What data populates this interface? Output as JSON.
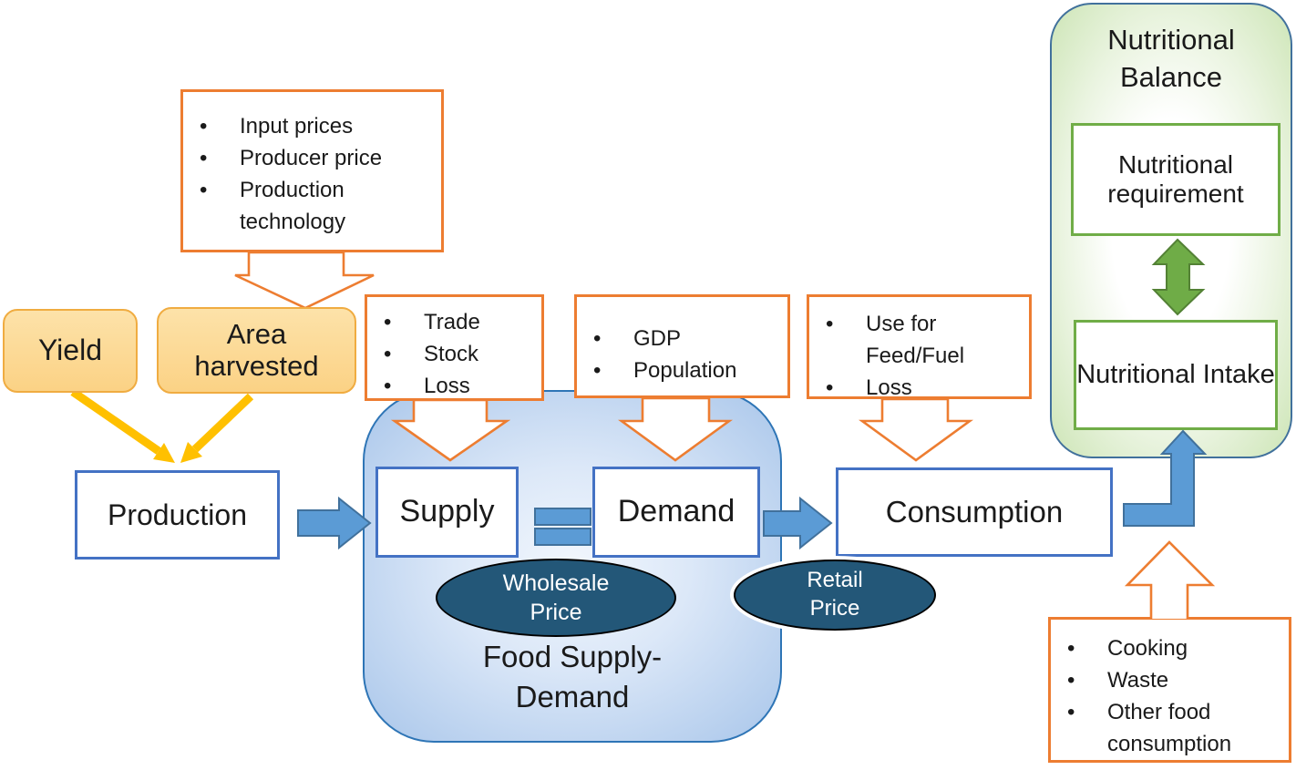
{
  "nodes": {
    "yield": {
      "label": "Yield"
    },
    "area_harvested": {
      "label": "Area harvested"
    },
    "production": {
      "label": "Production"
    },
    "supply": {
      "label": "Supply"
    },
    "demand": {
      "label": "Demand"
    },
    "consumption": {
      "label": "Consumption"
    },
    "nutritional_requirement": {
      "label": "Nutritional requirement"
    },
    "nutritional_intake": {
      "label": "Nutritional Intake"
    }
  },
  "containers": {
    "food_supply_demand": {
      "label": "Food Supply-Demand"
    },
    "nutritional_balance": {
      "label": "Nutritional Balance"
    }
  },
  "price_ellipses": {
    "wholesale": {
      "label": "Wholesale Price"
    },
    "retail": {
      "label": "Retail Price"
    }
  },
  "callouts": {
    "production_factors": {
      "items": [
        "Input prices",
        "Producer price",
        "Production technology"
      ]
    },
    "supply_factors": {
      "items": [
        "Trade",
        "Stock",
        "Loss"
      ]
    },
    "demand_factors": {
      "items": [
        "GDP",
        "Population"
      ]
    },
    "consumption_factors": {
      "items": [
        "Use for Feed/Fuel",
        "Loss"
      ]
    },
    "intake_factors": {
      "items": [
        "Cooking",
        "Waste",
        "Other food consumption"
      ]
    }
  },
  "colors": {
    "accent_orange": "#ED7D31",
    "node_blue_border": "#4472C4",
    "container_blue_border": "#2E75B6",
    "arrow_blue_fill": "#5B9BD5",
    "arrow_blue_stroke": "#41719C",
    "gold_arrow": "#FFC000",
    "gold_node_fill": "#FBD285",
    "gold_node_border": "#F0AC41",
    "price_ellipse_fill": "#235778",
    "green_fill": "#6FAC47",
    "green_border": "#70AD47"
  }
}
